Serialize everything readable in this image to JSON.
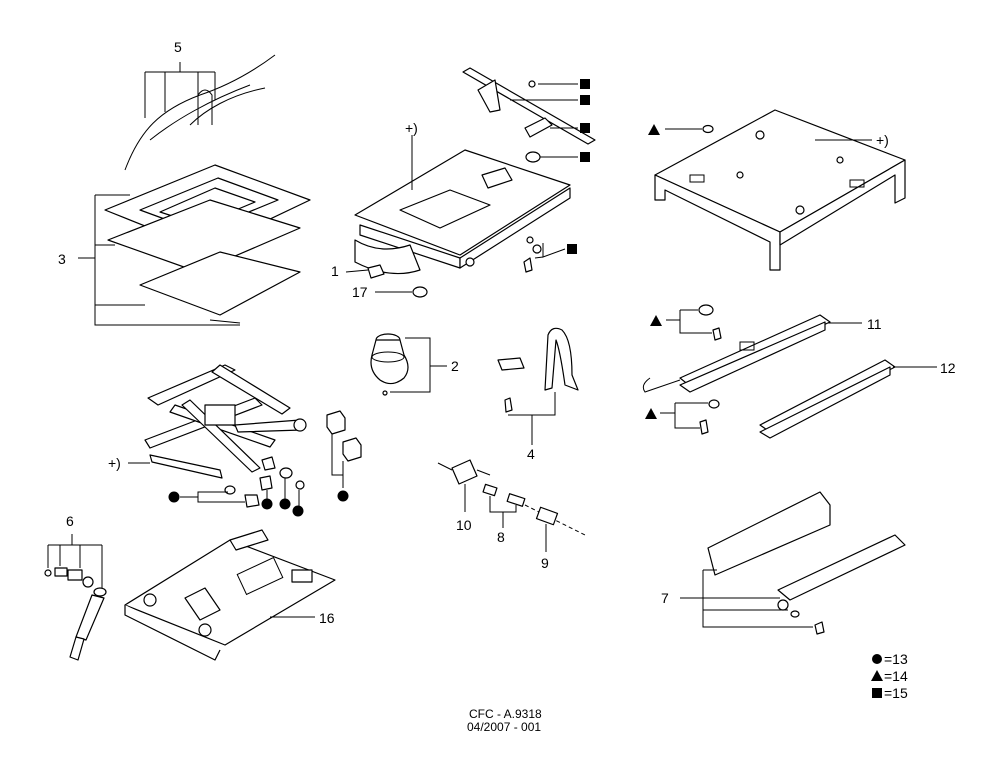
{
  "labels": {
    "l1": "1",
    "l2": "2",
    "l3": "3",
    "l4": "4",
    "l5": "5",
    "l6": "6",
    "l7": "7",
    "l8": "8",
    "l9": "9",
    "l10": "10",
    "l11": "11",
    "l12": "12",
    "l16": "16",
    "l17": "17",
    "plus_a": "+)",
    "plus_b": "+)",
    "plus_c": "+)"
  },
  "legend": [
    {
      "symbol": "circle",
      "text": "=13"
    },
    {
      "symbol": "triangle",
      "text": "=14"
    },
    {
      "symbol": "square",
      "text": "=15"
    }
  ],
  "footer": {
    "line1": "CFC - A.9318",
    "line2": "04/2007 - 001"
  }
}
